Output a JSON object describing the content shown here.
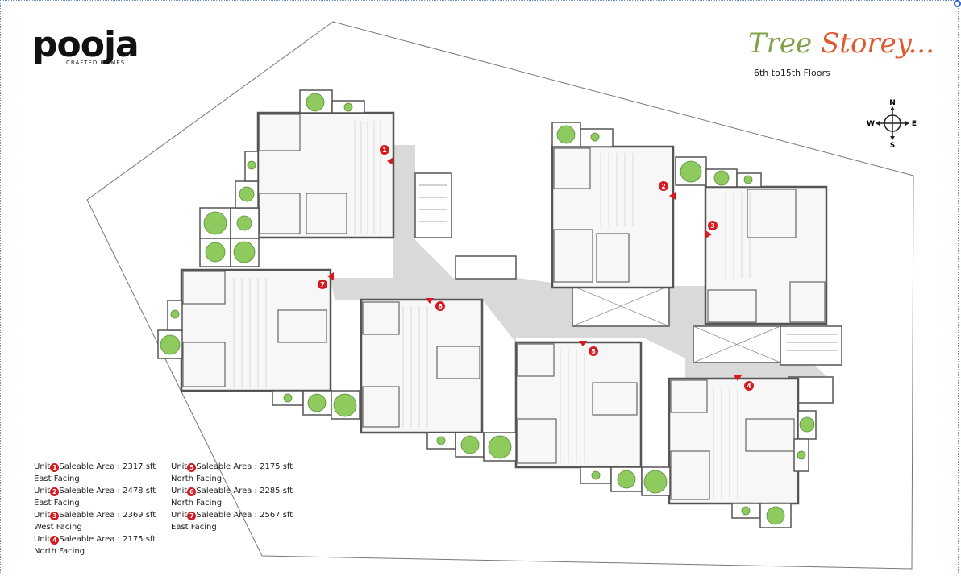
{
  "brand": {
    "name": "pooja",
    "tagline": "CRAFTED HOMES"
  },
  "title": {
    "part1": "Tree",
    "part2": "Storey..."
  },
  "subtitle": "6th to15th Floors",
  "compass": {
    "n": "N",
    "s": "S",
    "e": "E",
    "w": "W"
  },
  "colors": {
    "unit_marker": "#d71920",
    "title_green": "#7fa24a",
    "title_orange": "#e0582d",
    "tree_green": "#7cc142",
    "corridor": "#d9d9d9",
    "wall": "#555555"
  },
  "unit_markers": [
    "1",
    "2",
    "3",
    "4",
    "5",
    "6",
    "7"
  ],
  "units": [
    {
      "num": "1",
      "label": "Unit",
      "area": "Saleable Area : 2317 sft",
      "facing": "East Facing"
    },
    {
      "num": "2",
      "label": "Unit",
      "area": "Saleable Area : 2478 sft",
      "facing": "East Facing"
    },
    {
      "num": "3",
      "label": "Unit",
      "area": "Saleable Area : 2369 sft",
      "facing": "West Facing"
    },
    {
      "num": "4",
      "label": "Unit",
      "area": "Saleable Area : 2175 sft",
      "facing": "North Facing"
    },
    {
      "num": "5",
      "label": "Unit",
      "area": "Saleable Area : 2175 sft",
      "facing": "North Facing"
    },
    {
      "num": "6",
      "label": "Unit",
      "area": "Saleable Area : 2285 sft",
      "facing": "North Facing"
    },
    {
      "num": "7",
      "label": "Unit",
      "area": "Saleable Area : 2567 sft",
      "facing": "East Facing"
    }
  ]
}
